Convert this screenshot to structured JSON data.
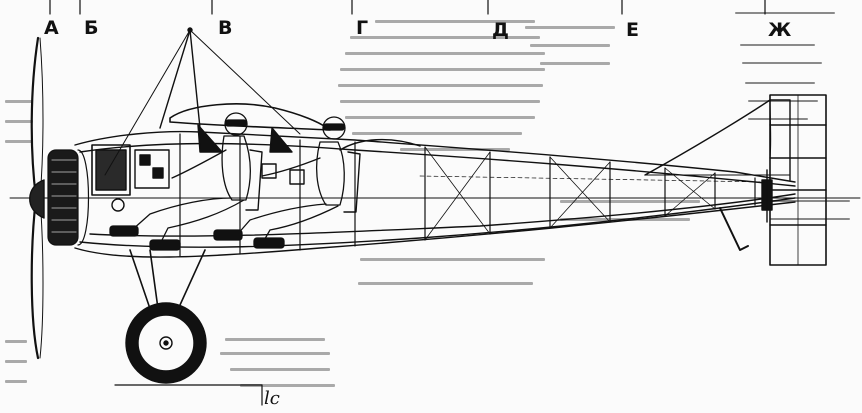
{
  "figure": {
    "station_labels": [
      "А",
      "Б",
      "В",
      "Г",
      "Д",
      "Е",
      "Ж"
    ],
    "corner_label": "lс"
  },
  "palette": {
    "ink": "#111111",
    "paper": "#fbfbfb",
    "bleed_text": "#9a9a9a"
  }
}
